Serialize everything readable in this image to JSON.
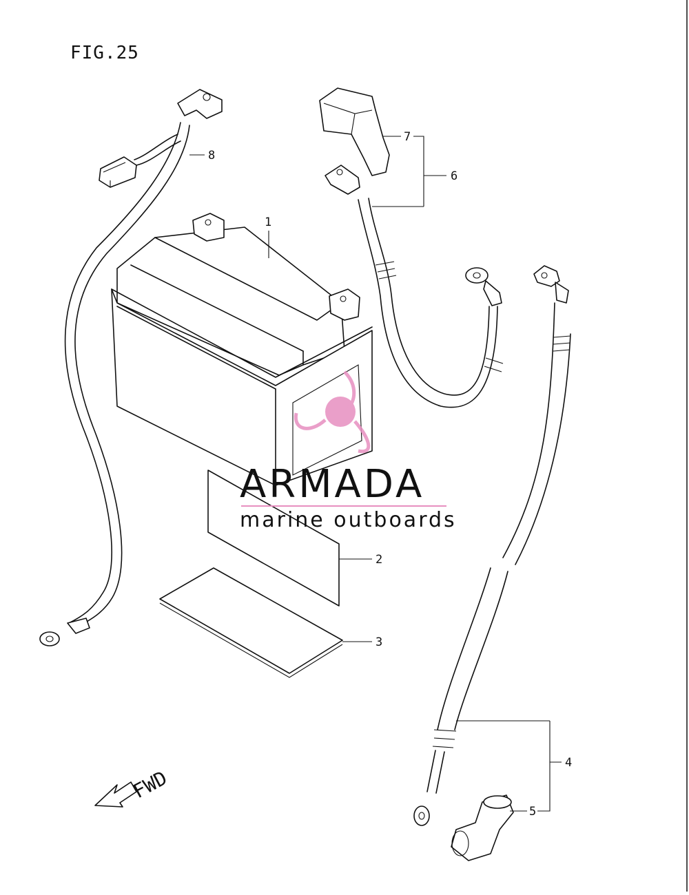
{
  "figure": {
    "title": "FIG.25"
  },
  "callouts": [
    {
      "id": "1",
      "label": "1"
    },
    {
      "id": "2",
      "label": "2"
    },
    {
      "id": "3",
      "label": "3"
    },
    {
      "id": "4",
      "label": "4"
    },
    {
      "id": "5",
      "label": "5"
    },
    {
      "id": "6",
      "label": "6"
    },
    {
      "id": "7",
      "label": "7"
    },
    {
      "id": "8",
      "label": "8"
    }
  ],
  "direction": {
    "label": "FWD"
  },
  "watermark": {
    "brand": "ARMADA",
    "tagline": "marine outboards",
    "color": "#e78fc0",
    "text_color": "#7a7a7a"
  }
}
